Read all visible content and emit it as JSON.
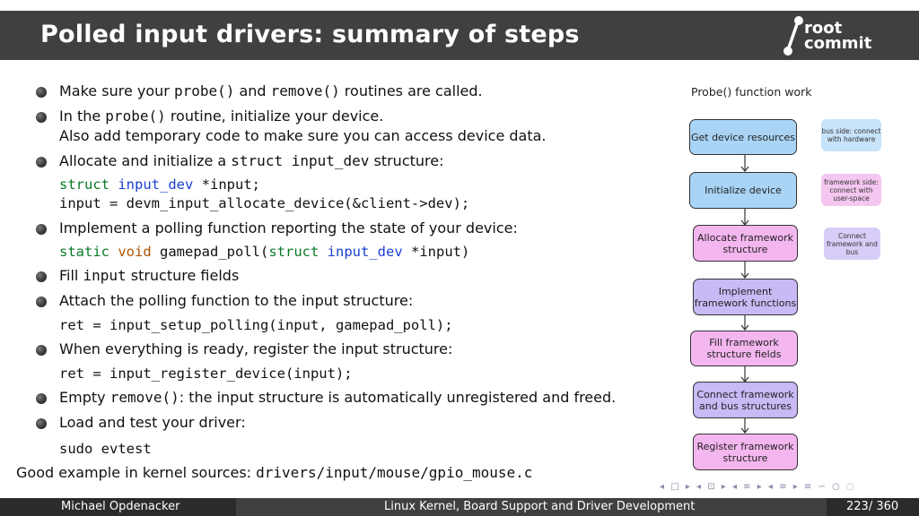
{
  "header": {
    "title": "Polled input drivers: summary of steps",
    "logo_line1": "root",
    "logo_line2": "commit"
  },
  "bullets": {
    "b1": {
      "t1": "Make sure your ",
      "c1": "probe()",
      "t2": " and ",
      "c2": "remove()",
      "t3": " routines are called."
    },
    "b2": {
      "t1": "In the ",
      "c1": "probe()",
      "t2": " routine, initialize your device.",
      "line2": "Also add temporary code to make sure you can access device data."
    },
    "b3": {
      "t1": "Allocate and initialize a ",
      "c1": "struct input_dev",
      "t2": " structure:",
      "code1_kw": "struct",
      "code1_type": "input_dev",
      "code1_rest": " *input;",
      "code2": "input = devm_input_allocate_device(&client->dev);"
    },
    "b4": {
      "t1": "Implement a polling function reporting the state of your device:",
      "code_kw1": "static",
      "code_kw2": "void",
      "code_mid": " gamepad_poll(",
      "code_kw3": "struct",
      "code_type": "input_dev",
      "code_end": " *input)"
    },
    "b5": {
      "t1": "Fill ",
      "c1": "input",
      "t2": " structure fields"
    },
    "b6": {
      "t1": "Attach the polling function to the input structure:",
      "code": "ret = input_setup_polling(input, gamepad_poll);"
    },
    "b7": {
      "t1": "When everything is ready, register the input structure:",
      "code": "ret = input_register_device(input);"
    },
    "b8": {
      "t1": "Empty ",
      "c1": "remove()",
      "t2": ": the input structure is automatically unregistered and freed."
    },
    "b9": {
      "t1": "Load and test your driver:",
      "code": "sudo evtest"
    }
  },
  "bottom": {
    "t1": "Good example in kernel sources: ",
    "c1": "drivers/input/mouse/gpio_mouse.c"
  },
  "diagram": {
    "title": "Probe() function work",
    "steps": [
      "Get device resources",
      "Initialize device",
      "Allocate framework structure",
      "Implement framework functions",
      "Fill framework structure fields",
      "Connect framework and bus structures",
      "Register framework structure"
    ],
    "legend": [
      "bus side: connect with hardware",
      "framework side: connect with user-space",
      "Connect framework and bus"
    ],
    "colors": {
      "bus": "#a9d4f5",
      "framework": "#f3b6ee",
      "connect": "#c9b9f5"
    }
  },
  "nav": "◂ □ ▸ ◂ ⊡ ▸ ◂ ≡ ▸ ◂ ≡ ▸   ≡   ∽ ○ ◌",
  "footer": {
    "author": "Michael Opdenacker",
    "course": "Linux Kernel, Board Support and Driver Development",
    "page": "223/ 360"
  }
}
